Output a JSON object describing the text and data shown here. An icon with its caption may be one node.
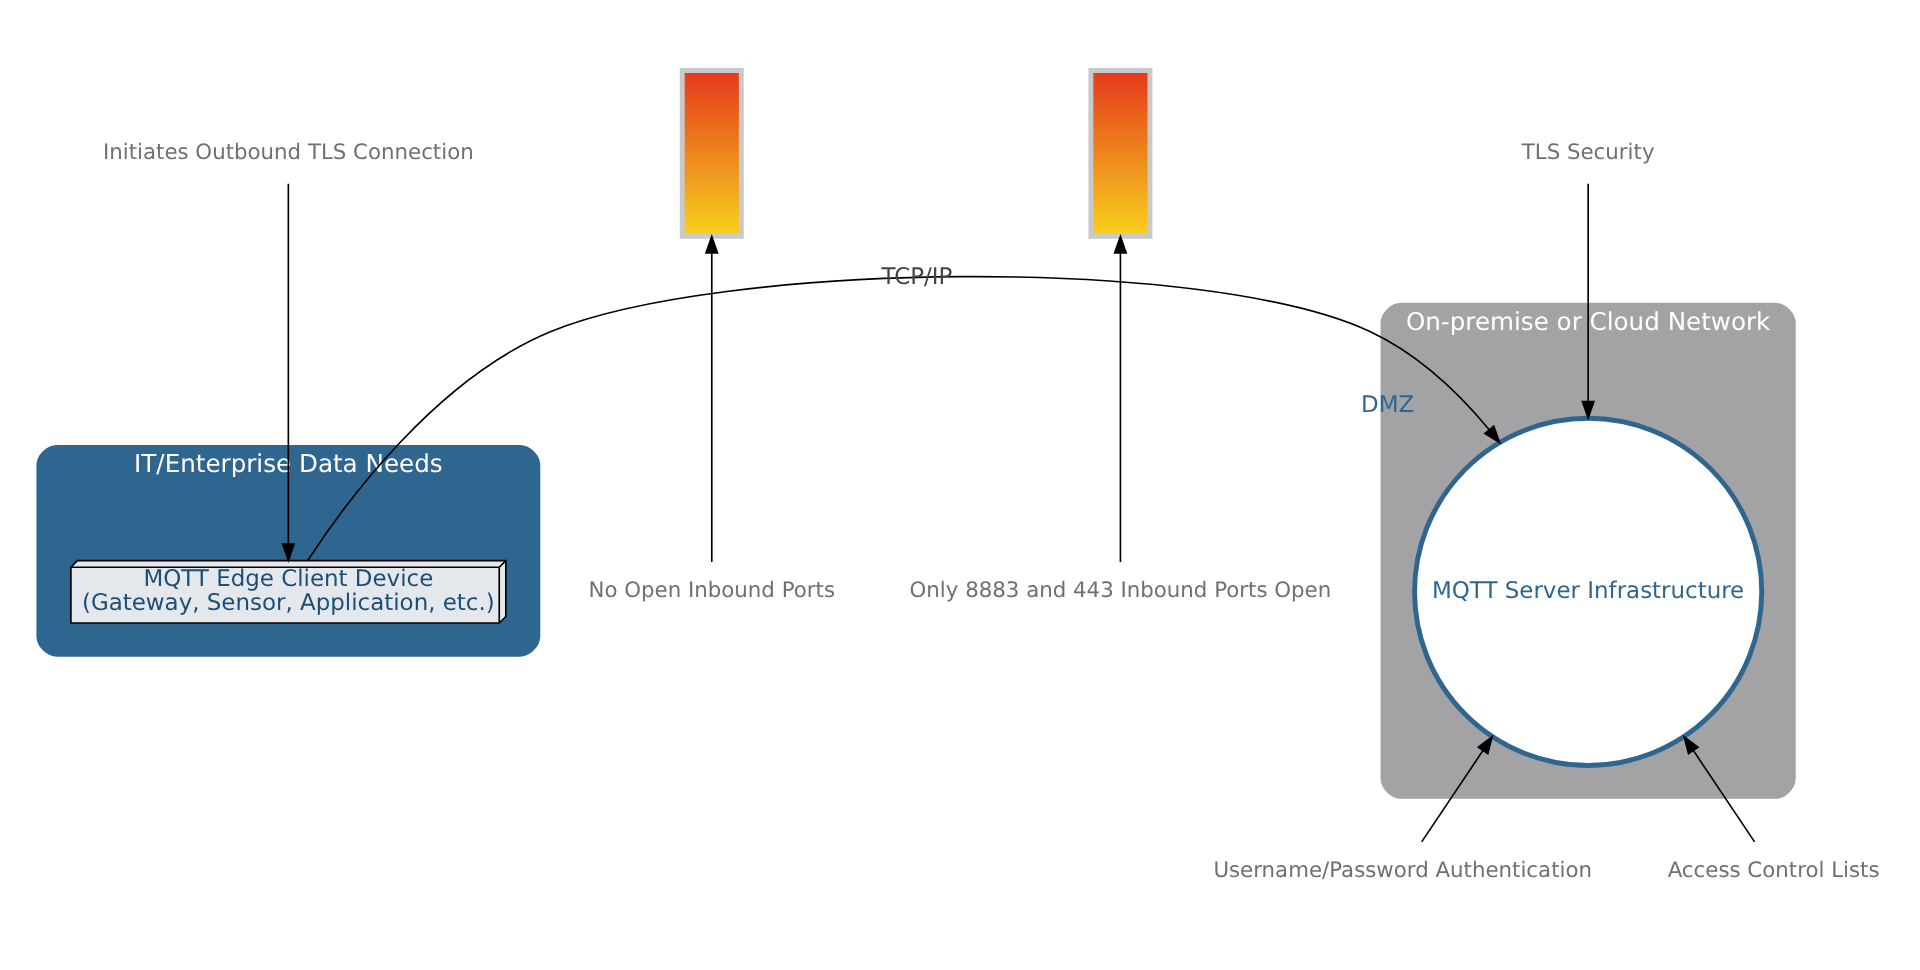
{
  "diagram": {
    "nodes": [
      {
        "text": [
          "IT/Enterprise Data Needs"
        ]
      },
      {
        "text": [
          "MQTT Edge Client Device",
          "(Gateway, Sensor, Application, etc.)"
        ],
        "in": 0
      },
      {
        "text": [],
        "shape": "picture"
      },
      {
        "text": [],
        "shape": "picture"
      },
      {
        "text": [
          "On-premise or Cloud Network"
        ]
      },
      {
        "text": [
          "MQTT Server Infrastructure"
        ],
        "in": 4,
        "beside": [
          "DMZ"
        ]
      },
      {
        "text": [
          "Initiates Outbound TLS Connection"
        ]
      },
      {
        "text": [
          "TLS Security"
        ]
      },
      {
        "text": [
          "No Open Inbound Ports"
        ]
      },
      {
        "text": [
          "Only 8883 and 443 Inbound Ports Open"
        ]
      },
      {
        "text": [
          "Username/Password Authentication"
        ]
      },
      {
        "text": [
          "Access Control Lists"
        ]
      }
    ],
    "edges": [
      {
        "from": 1,
        "to": 5,
        "arrow": "to",
        "label": "TCP/IP"
      },
      {
        "from": 6,
        "to": 1,
        "arrow": "to"
      },
      {
        "from": 7,
        "to": 5,
        "arrow": "to"
      },
      {
        "from": 8,
        "to": 2,
        "arrow": "to"
      },
      {
        "from": 9,
        "to": 3,
        "arrow": "to"
      },
      {
        "from": 10,
        "to": 5,
        "arrow": "to"
      },
      {
        "from": 11,
        "to": 5,
        "arrow": "to"
      }
    ]
  }
}
